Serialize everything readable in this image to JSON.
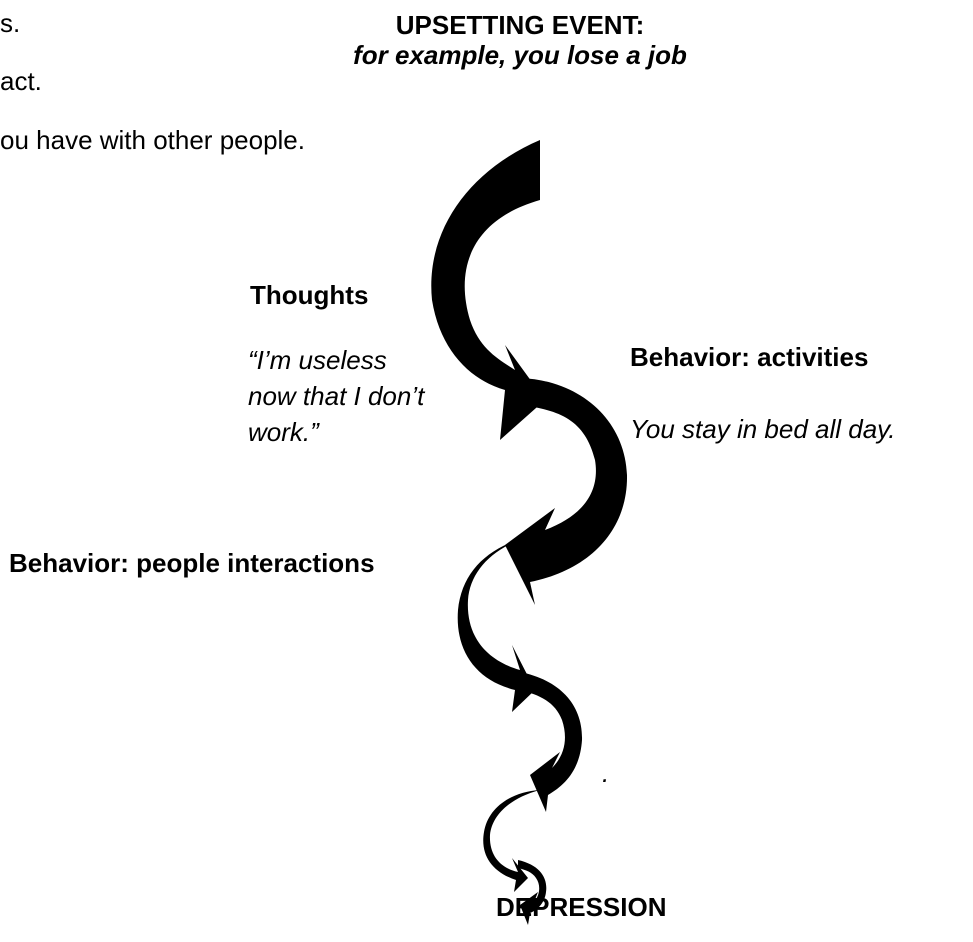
{
  "body_text": {
    "line1": "s.",
    "line2": "act.",
    "line3": "ou have with other people."
  },
  "event": {
    "title": "UPSETTING EVENT:",
    "example": "for example, you lose a job"
  },
  "thoughts": {
    "title": "Thoughts",
    "quote": "“I’m useless now that I don’t work.”"
  },
  "behavior_activities": {
    "title": "Behavior: activities",
    "text": "You stay in bed all day."
  },
  "behavior_people": {
    "title": "Behavior: people interactions"
  },
  "stray_mark": ".",
  "outcome": {
    "title": "DEPRESSION"
  },
  "colors": {
    "spiral": "#000000",
    "background": "#ffffff"
  }
}
